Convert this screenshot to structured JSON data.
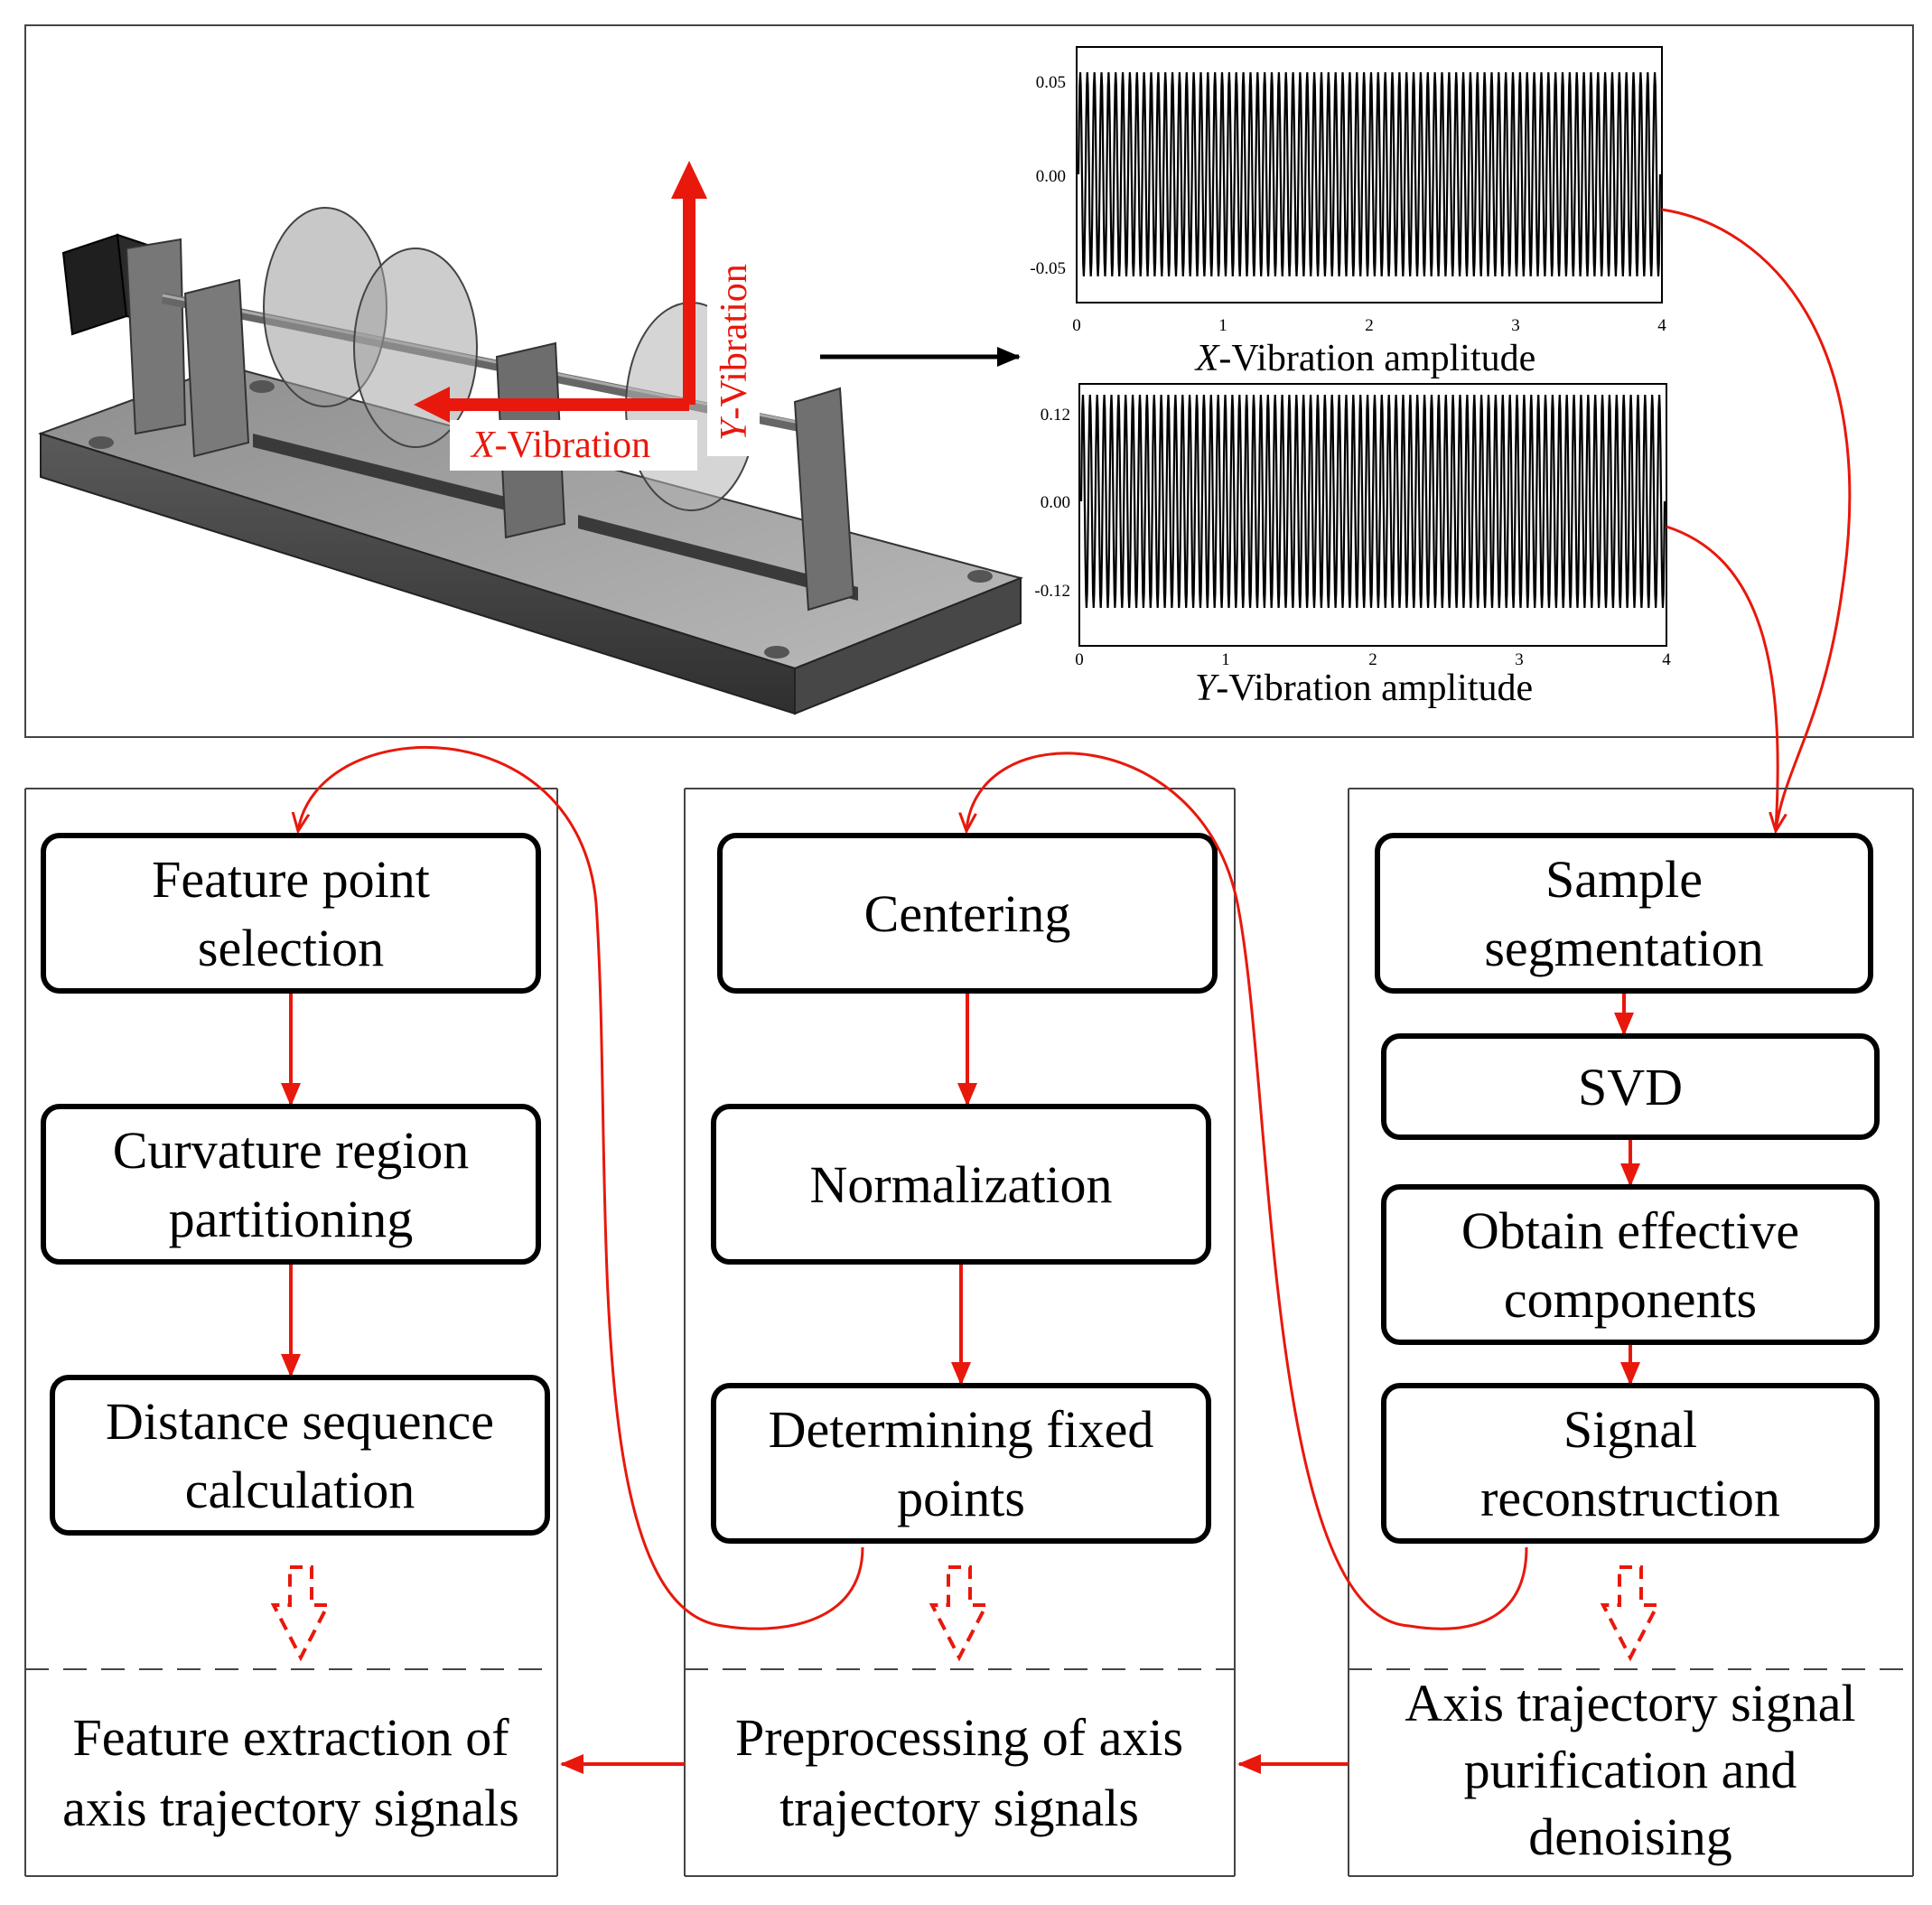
{
  "rig": {
    "x_vibration_label": "X-Vibration",
    "x_vibration_prefix": "X",
    "x_vibration_suffix": "-Vibration",
    "y_vibration_prefix": "Y",
    "y_vibration_suffix": "-Vibration"
  },
  "plots": [
    {
      "xlabel_prefix": "X",
      "xlabel_suffix": "-Vibration amplitude",
      "y_ticks": [
        "0.05",
        "0.00",
        "-0.05"
      ],
      "x_ticks": [
        "0",
        "1",
        "2",
        "3",
        "4"
      ]
    },
    {
      "xlabel_prefix": "Y",
      "xlabel_suffix": "-Vibration amplitude",
      "y_ticks": [
        "0.12",
        "0.00",
        "-0.12"
      ],
      "x_ticks": [
        "0",
        "1",
        "2",
        "3",
        "4"
      ]
    }
  ],
  "columns": {
    "right": {
      "steps": [
        {
          "lines": [
            "Sample",
            "segmentation"
          ]
        },
        {
          "lines": [
            "SVD"
          ]
        },
        {
          "lines": [
            "Obtain effective",
            "components"
          ]
        },
        {
          "lines": [
            "Signal",
            "reconstruction"
          ]
        }
      ],
      "panel_lines": [
        "Axis trajectory signal",
        "purification and",
        "denoising"
      ]
    },
    "middle": {
      "steps": [
        {
          "lines": [
            "Centering"
          ]
        },
        {
          "lines": [
            "Normalization"
          ]
        },
        {
          "lines": [
            "Determining fixed",
            "points"
          ]
        }
      ],
      "panel_lines": [
        "Preprocessing of axis",
        "trajectory signals"
      ]
    },
    "left": {
      "steps": [
        {
          "lines": [
            "Feature point",
            "selection"
          ]
        },
        {
          "lines": [
            "Curvature region",
            "partitioning"
          ]
        },
        {
          "lines": [
            "Distance sequence",
            "calculation"
          ]
        }
      ],
      "panel_lines": [
        "Feature extraction of",
        "axis trajectory signals"
      ]
    }
  },
  "colors": {
    "accent": "#e8180c",
    "line": "#000000"
  }
}
